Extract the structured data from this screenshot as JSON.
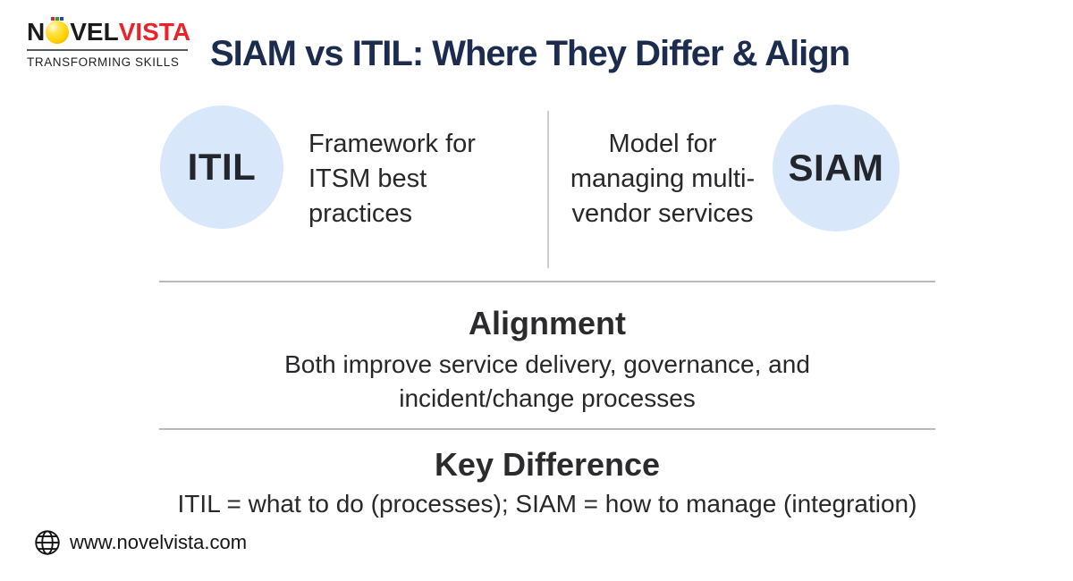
{
  "brand": {
    "logo": {
      "part1": "N",
      "part2": "VEL",
      "part3": "VISTA"
    },
    "tagline": "TRANSFORMING SKILLS",
    "lightbulb_icon": "lightbulb-ball-icon",
    "colors": {
      "wordmark_black": "#1b1b1b",
      "vista_red": "#e8232a",
      "ball_yellow": "#ffd200"
    }
  },
  "header": {
    "title": "SIAM vs ITIL: Where They Differ & Align",
    "title_color": "#1b2c4e"
  },
  "comparison": {
    "itil": {
      "label": "ITIL",
      "description": "Framework for ITSM best practices"
    },
    "siam": {
      "label": "SIAM",
      "description": "Model for managing multi-vendor services"
    },
    "circle_color": "#d9e7fa",
    "divider_color": "#ccced6"
  },
  "sections": {
    "alignment": {
      "heading": "Alignment",
      "description": "Both improve service delivery, governance, and incident/change processes"
    },
    "key_difference": {
      "heading": "Key Difference",
      "description": "ITIL = what to do (processes); SIAM = how to manage (integration)"
    },
    "divider_color": "#b9bac0",
    "text_color": "#28282b"
  },
  "footer": {
    "icon": "globe-icon",
    "website": "www.novelvista.com"
  }
}
